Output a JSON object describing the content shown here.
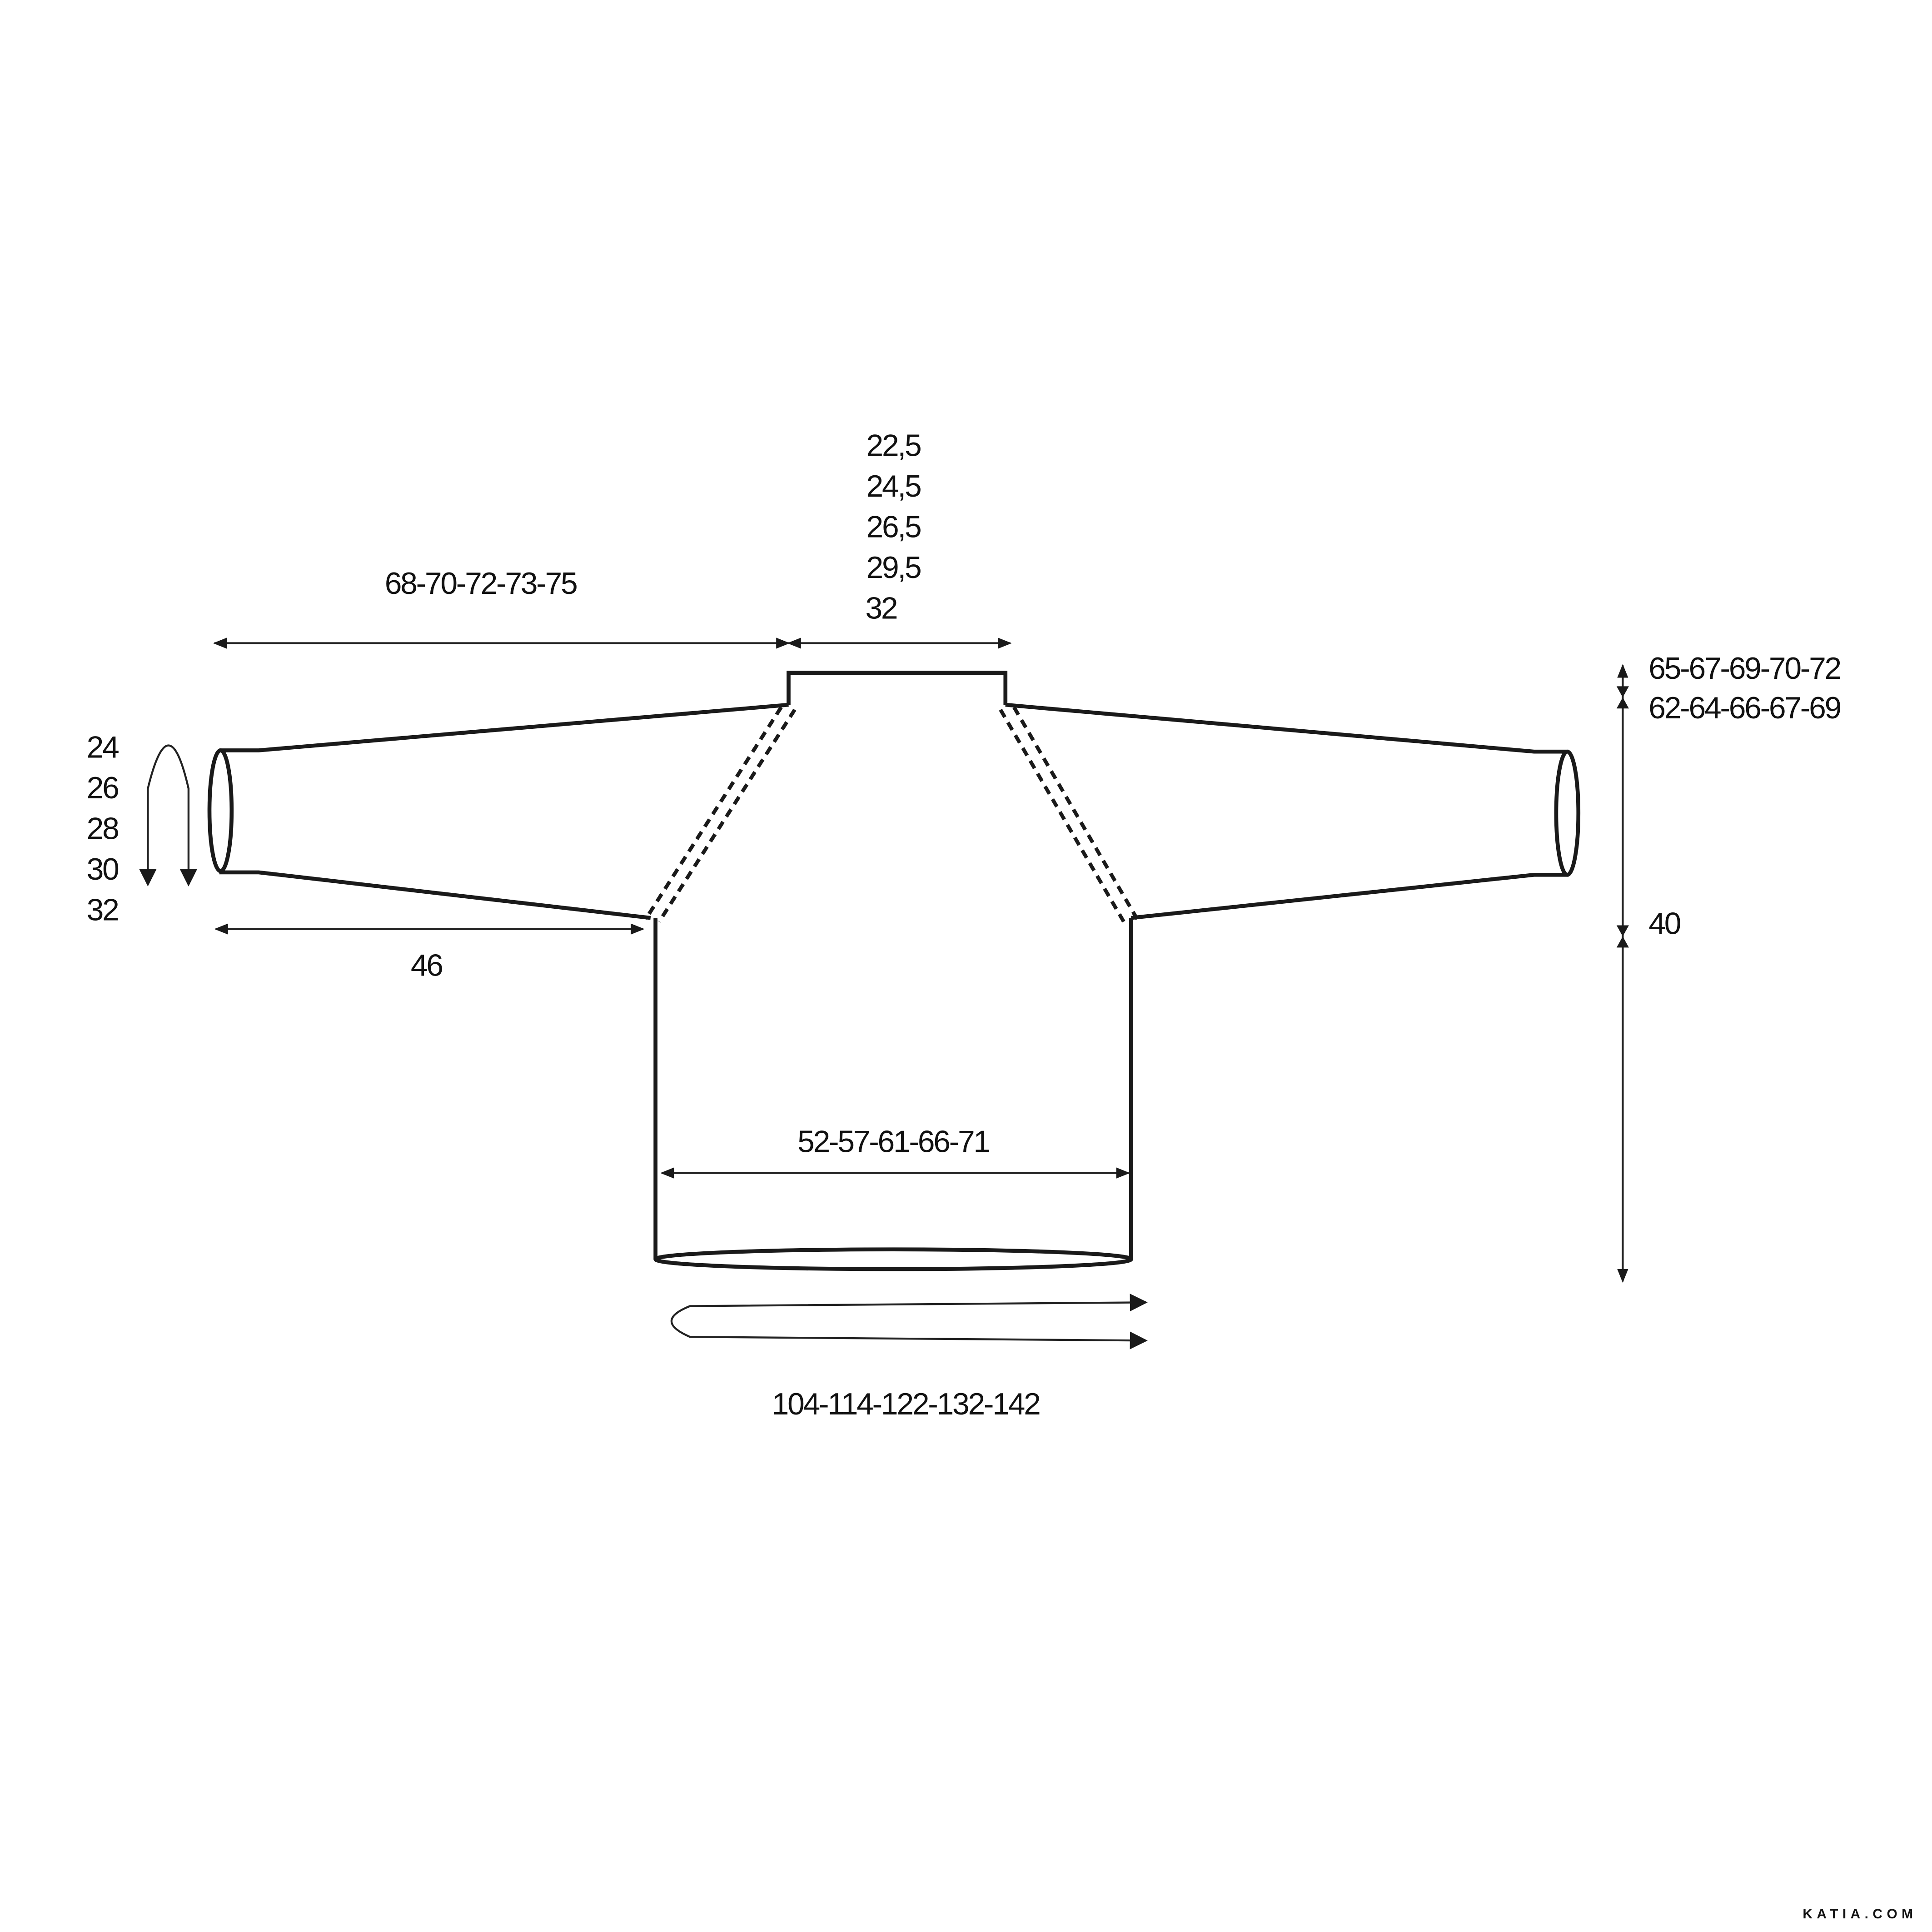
{
  "neck": {
    "lines": [
      "22,5",
      "24,5",
      "26,5",
      "29,5",
      "32"
    ]
  },
  "sleeve_length_total": "68-70-72-73-75",
  "sleeve_cuff": {
    "lines": [
      "24",
      "26",
      "28",
      "30",
      "32"
    ]
  },
  "sleeve_underarm": "46",
  "body_length_total": "65-67-69-70-72",
  "body_length_front": "62-64-66-67-69",
  "body_side": "40",
  "body_width": "52-57-61-66-71",
  "body_circumference": "104-114-122-132-142",
  "brand": "KATIA.COM",
  "colors": {
    "line": "#1a1a1a",
    "background": "#ffffff"
  }
}
